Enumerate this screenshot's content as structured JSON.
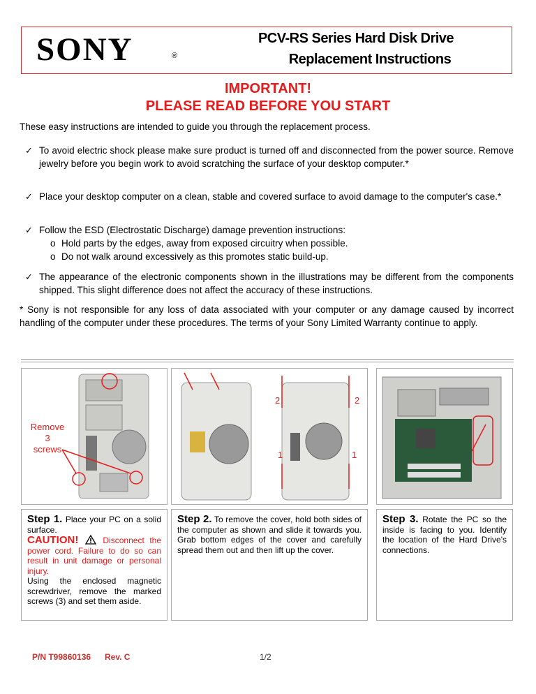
{
  "header": {
    "logo": "SONY",
    "reg_mark": "®",
    "title_line1": "PCV-RS Series Hard Disk Drive",
    "title_line2": "Replacement Instructions"
  },
  "important": {
    "line1": "IMPORTANT!",
    "line2": "PLEASE READ BEFORE YOU START"
  },
  "intro": "These easy instructions are intended to guide you through the replacement process.",
  "bullets": [
    "To avoid electric shock please make sure product is turned off and disconnected from the power source. Remove jewelry before you begin work to avoid scratching the surface of your desktop computer.*",
    "Place your desktop computer on a clean, stable and covered surface to avoid damage to the computer's case.*",
    "Follow the ESD (Electrostatic Discharge) damage prevention instructions:",
    "The appearance of the electronic components shown in the illustrations may be different from the components shipped. This slight difference does not affect the accuracy of these instructions."
  ],
  "esd_subitems": [
    "Hold parts by the edges, away from exposed circuitry when possible.",
    "Do not walk around excessively as this promotes static build-up."
  ],
  "sub_marker": "o",
  "check_mark": "✓",
  "disclaimer": "* Sony is not responsible for any loss of data associated with your computer or any damage caused by incorrect handling of the computer under these procedures. The terms of your Sony Limited Warranty continue to apply.",
  "photos": {
    "p1_label_line1": "Remove 3",
    "p1_label_line2": "screws",
    "p2_num_top": "2",
    "p2_num_bottom": "1"
  },
  "steps": {
    "s1_title": "Step 1.",
    "s1_text": "Place your PC on a solid surface.",
    "s1_caution": "CAUTION!",
    "s1_warning": "Disconnect the power cord. Failure to do so can result in unit damage or personal injury.",
    "s1_rest": "Using the enclosed magnetic screwdriver, remove the marked screws (3) and set them aside.",
    "s2_title": "Step 2.",
    "s2_text": "To remove the cover, hold both sides of the computer as shown and slide it towards you. Grab bottom edges of the cover and carefully spread them out and then lift up the cover.",
    "s3_title": "Step 3.",
    "s3_text": "Rotate the PC so the inside is facing to you. Identify the location of the Hard Drive's connections."
  },
  "footer": {
    "part_number": "P/N T99860136",
    "revision": "Rev. C",
    "page": "1/2"
  },
  "colors": {
    "accent_red": "#e41c1c",
    "border_red": "#c8312f"
  }
}
